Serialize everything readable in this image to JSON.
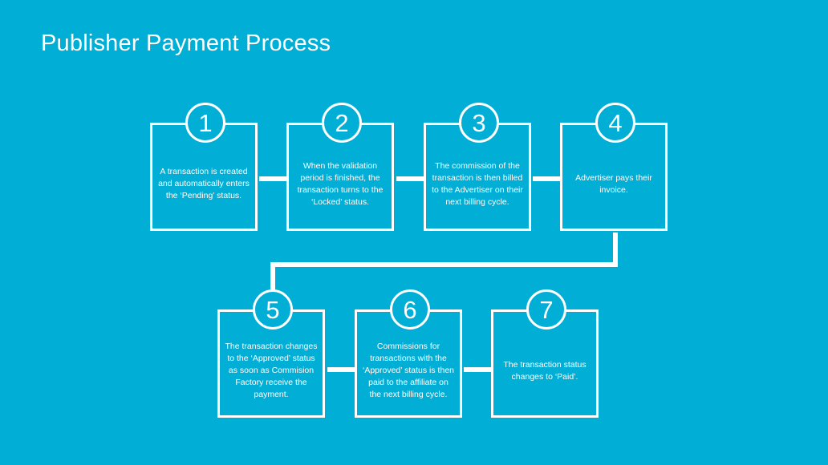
{
  "title": "Publisher Payment Process",
  "colors": {
    "background": "#00aed6",
    "foreground": "#ffffff"
  },
  "steps": [
    {
      "number": "1",
      "text": "A transaction is created and automatically enters the ‘Pending’ status."
    },
    {
      "number": "2",
      "text": "When the validation period is finished, the transaction turns to the ‘Locked’ status."
    },
    {
      "number": "3",
      "text": "The commission of the transaction is then billed to the Advertiser on their next billing cycle."
    },
    {
      "number": "4",
      "text": "Advertiser pays their invoice."
    },
    {
      "number": "5",
      "text": "The transaction changes to the ‘Approved’ status as soon as Commision Factory receive the payment."
    },
    {
      "number": "6",
      "text": "Commissions for transactions with the ‘Approved’ status is then paid to the affiliate on the next billing cycle."
    },
    {
      "number": "7",
      "text": "The transaction status changes to ‘Paid’."
    }
  ]
}
